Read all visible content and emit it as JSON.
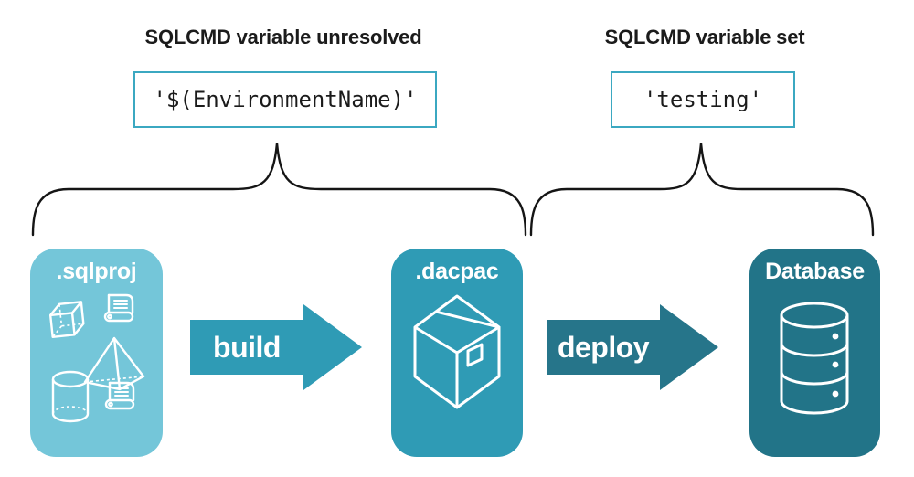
{
  "annotations": [
    {
      "heading": "SQLCMD variable unresolved",
      "code": "'$(EnvironmentName)'"
    },
    {
      "heading": "SQLCMD variable set",
      "code": "'testing'"
    }
  ],
  "pipeline": {
    "nodes": [
      {
        "label": ".sqlproj",
        "color": "#74C6D9",
        "icon": "sql-project-objects-icon"
      },
      {
        "label": ".dacpac",
        "color": "#2F9BB5",
        "icon": "package-icon"
      },
      {
        "label": "Database",
        "color": "#227488",
        "icon": "database-icon"
      }
    ],
    "arrows": [
      {
        "label": "build",
        "color": "#2F9BB5"
      },
      {
        "label": "deploy",
        "color": "#26758A"
      }
    ]
  },
  "colors": {
    "code_box_border": "#3BA8C1",
    "brace_stroke": "#151515",
    "icon_stroke": "#ffffff",
    "heading_text": "#1b1b1b"
  }
}
